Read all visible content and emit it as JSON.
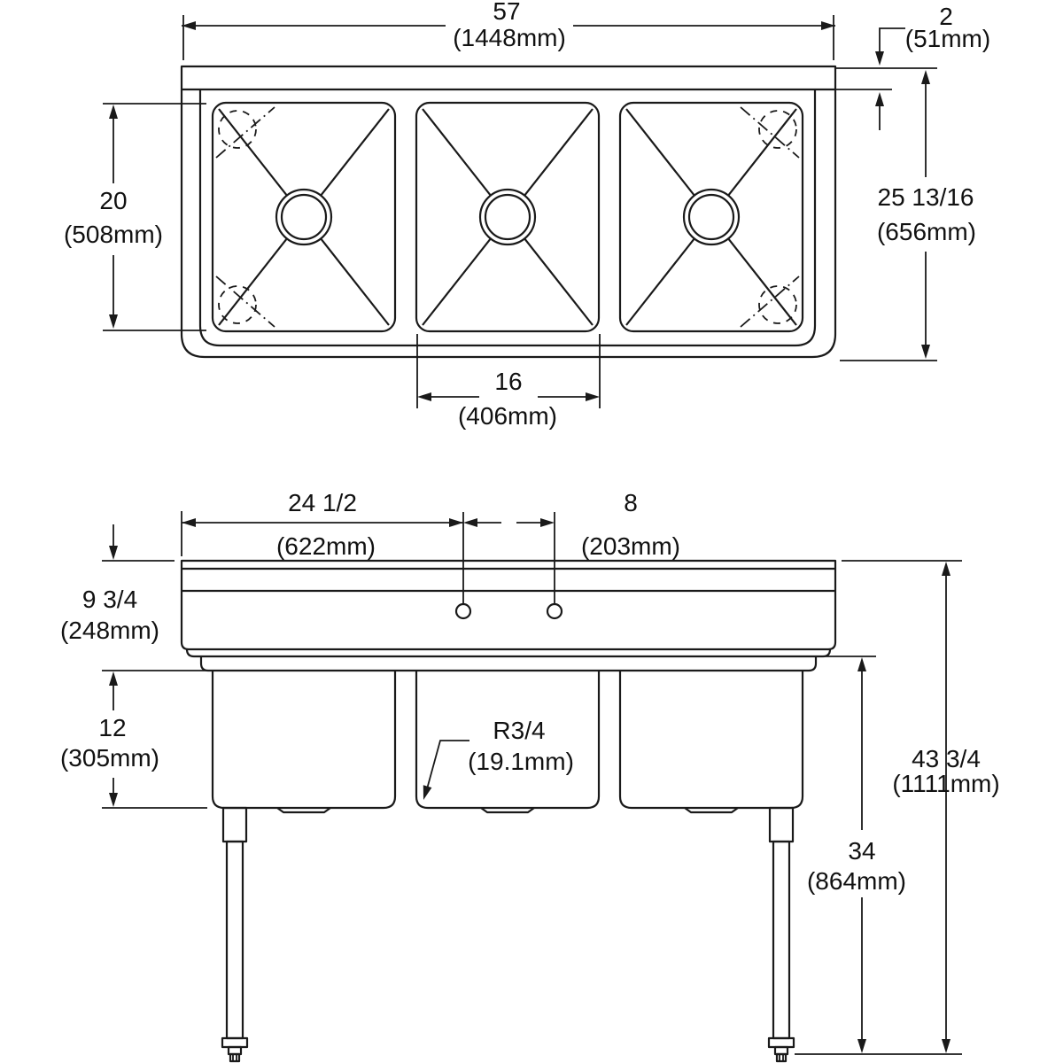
{
  "drawing": {
    "background": "#ffffff",
    "line_color": "#1a1a1a",
    "description": "three-compartment sink dimension drawing, plan view and front elevation",
    "dims": {
      "overall_width_in": "57",
      "overall_width_mm": "(1448mm)",
      "backsplash_thickness_in": "2",
      "backsplash_thickness_mm": "(51mm)",
      "overall_front_to_back_in": "25 13/16",
      "overall_front_to_back_mm": "(656mm)",
      "bowl_front_to_back_in": "20",
      "bowl_front_to_back_mm": "(508mm)",
      "bowl_width_in": "16",
      "bowl_width_mm": "(406mm)",
      "faucet_offset_in": "24 1/2",
      "faucet_offset_mm": "(622mm)",
      "faucet_centers_in": "8",
      "faucet_centers_mm": "(203mm)",
      "splash_height_in": "9 3/4",
      "splash_height_mm": "(248mm)",
      "bowl_depth_in": "12",
      "bowl_depth_mm": "(305mm)",
      "corner_radius_in": "R3/4",
      "corner_radius_mm": "(19.1mm)",
      "overall_height_in": "43 3/4",
      "overall_height_mm": "(1111mm)",
      "floor_to_underside_in": "34",
      "floor_to_underside_mm": "(864mm)"
    }
  }
}
